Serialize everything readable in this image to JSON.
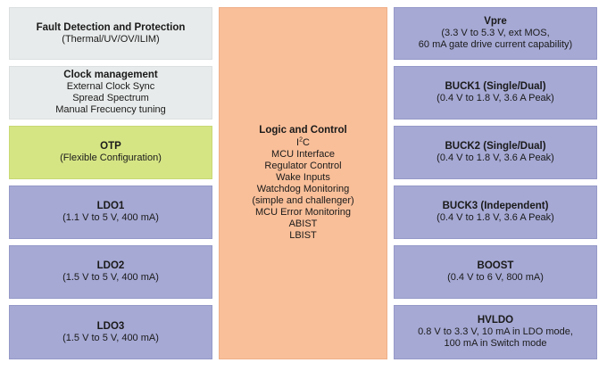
{
  "left_blocks": [
    {
      "title": "Fault Detection and Protection",
      "lines": [
        "(Thermal/UV/OV/ILIM)"
      ]
    },
    {
      "title": "Clock management",
      "lines": [
        "External Clock Sync",
        "Spread Spectrum",
        "Manual Frecuency tuning"
      ]
    },
    {
      "title": "OTP",
      "lines": [
        "(Flexible Configuration)"
      ]
    },
    {
      "title": "LDO1",
      "lines": [
        "(1.1 V to 5 V, 400 mA)"
      ]
    },
    {
      "title": "LDO2",
      "lines": [
        "(1.5 V to 5 V, 400 mA)"
      ]
    },
    {
      "title": "LDO3",
      "lines": [
        "(1.5 V to 5 V, 400 mA)"
      ]
    }
  ],
  "center_block": {
    "title": "Logic and Control",
    "i2c_base": "I",
    "i2c_sup": "2",
    "i2c_end": "C",
    "lines": [
      "MCU Interface",
      "Regulator Control",
      "Wake Inputs",
      "Watchdog Monitoring",
      "(simple and challenger)",
      "MCU Error Monitoring",
      "ABIST",
      "LBIST"
    ]
  },
  "right_blocks": [
    {
      "title": "Vpre",
      "lines": [
        "(3.3 V to 5.3 V, ext MOS,",
        "60 mA gate drive current capability)"
      ]
    },
    {
      "title": "BUCK1 (Single/Dual)",
      "lines": [
        "(0.4 V to 1.8 V, 3.6 A Peak)"
      ]
    },
    {
      "title": "BUCK2 (Single/Dual)",
      "lines": [
        "(0.4 V to 1.8 V, 3.6 A Peak)"
      ]
    },
    {
      "title": "BUCK3 (Independent)",
      "lines": [
        "(0.4 V to 1.8 V, 3.6 A Peak)"
      ]
    },
    {
      "title": "BOOST",
      "lines": [
        "(0.4 V to 6 V, 800 mA)"
      ]
    },
    {
      "title": "HVLDO",
      "lines": [
        "0.8 V to 3.3 V, 10 mA in LDO mode,",
        "100 mA in Switch mode"
      ]
    }
  ],
  "colors": {
    "grey": "#e8ebeb",
    "green": "#d6e584",
    "purple": "#a6a9d4",
    "peach": "#f9bf99"
  }
}
